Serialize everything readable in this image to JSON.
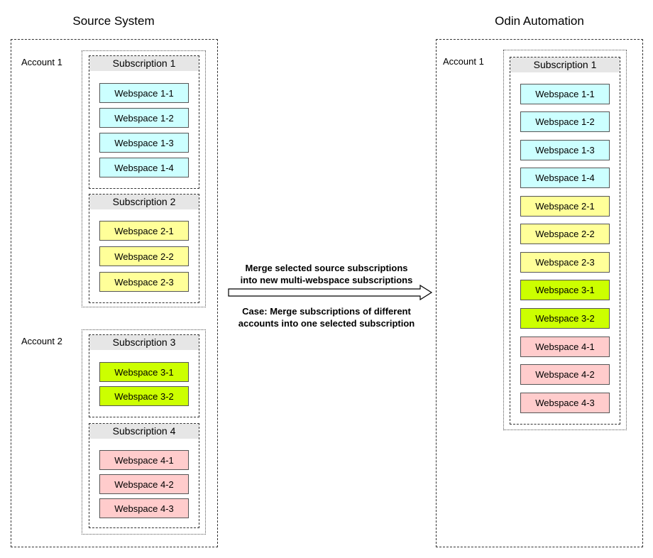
{
  "titles": {
    "source": "Source System",
    "target": "Odin Automation"
  },
  "source": {
    "account1": {
      "label": "Account 1",
      "sub1": {
        "title": "Subscription 1",
        "items": [
          "Webspace 1-1",
          "Webspace 1-2",
          "Webspace 1-3",
          "Webspace 1-4"
        ]
      },
      "sub2": {
        "title": "Subscription 2",
        "items": [
          "Webspace 2-1",
          "Webspace 2-2",
          "Webspace 2-3"
        ]
      }
    },
    "account2": {
      "label": "Account 2",
      "sub3": {
        "title": "Subscription 3",
        "items": [
          "Webspace 3-1",
          "Webspace 3-2"
        ]
      },
      "sub4": {
        "title": "Subscription 4",
        "items": [
          "Webspace 4-1",
          "Webspace 4-2",
          "Webspace 4-3"
        ]
      }
    }
  },
  "target": {
    "account1": {
      "label": "Account 1",
      "sub1": {
        "title": "Subscription 1",
        "items": [
          "Webspace 1-1",
          "Webspace 1-2",
          "Webspace 1-3",
          "Webspace 1-4",
          "Webspace 2-1",
          "Webspace 2-2",
          "Webspace 2-3",
          "Webspace 3-1",
          "Webspace 3-2",
          "Webspace 4-1",
          "Webspace 4-2",
          "Webspace 4-3"
        ]
      }
    }
  },
  "arrow": {
    "top_line1": "Merge selected source subscriptions",
    "top_line2": "into new multi-webspace subscriptions",
    "bottom_line1": "Case: Merge subscriptions of different",
    "bottom_line2": "accounts into one selected subscription"
  },
  "colors": {
    "cyan": "#ccffff",
    "yellow": "#ffff99",
    "green": "#ccff00",
    "pink": "#ffcccc",
    "header": "#e6e6e6"
  }
}
